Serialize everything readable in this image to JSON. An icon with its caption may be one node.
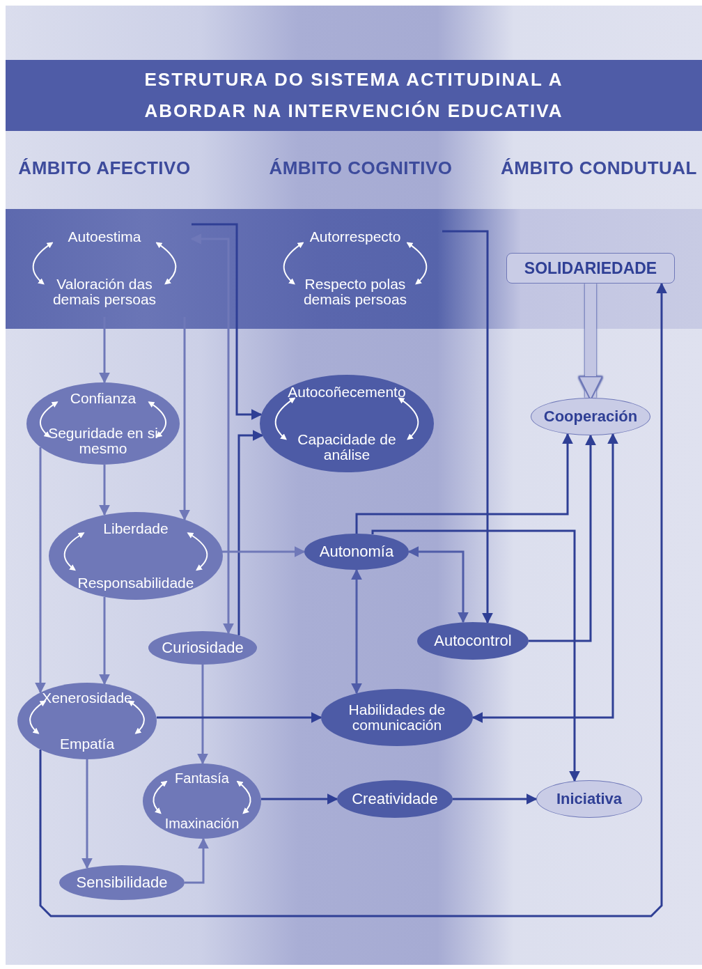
{
  "diagram": {
    "title": "ESTRUTURA DO SISTEMA ACTITUDINAL A ABORDAR NA INTERVENCIÓN EDUCATIVA",
    "nodes": [
      {
        "text": [
          "Autoestima",
          "Valoración das demais persoas"
        ]
      },
      {
        "text": [
          "Autorrespecto",
          "Respecto polas demais persoas"
        ]
      },
      {
        "text": [
          "SOLIDARIEDADE"
        ]
      },
      {
        "text": [
          "Confianza",
          "Seguridade en si mesmo"
        ]
      },
      {
        "text": [
          "Autocoñecemento",
          "Capacidade de análise"
        ]
      },
      {
        "text": [
          "Cooperación"
        ]
      },
      {
        "text": [
          "Liberdade",
          "Responsabilidade"
        ]
      },
      {
        "text": [
          "Autonomía"
        ]
      },
      {
        "text": [
          "Autocontrol"
        ]
      },
      {
        "text": [
          "Curiosidade"
        ]
      },
      {
        "text": [
          "Xenerosidade",
          "Empatía"
        ]
      },
      {
        "text": [
          "Habilidades de comunicación"
        ]
      },
      {
        "text": [
          "Fantasía",
          "Imaxinación"
        ]
      },
      {
        "text": [
          "Creatividade"
        ]
      },
      {
        "text": [
          "Iniciativa"
        ]
      },
      {
        "text": [
          "Sensibilidade"
        ]
      }
    ],
    "edges": [
      {
        "from": 0,
        "to": 3,
        "arrow": "to",
        "color": "#6f78b8"
      },
      {
        "from": 0,
        "to": 6,
        "arrow": "to",
        "color": "#6f78b8"
      },
      {
        "from": 0,
        "to": 4,
        "arrow": "to"
      },
      {
        "from": 0,
        "to": 9,
        "arrow": "both",
        "color": "#6f78b8"
      },
      {
        "from": 9,
        "to": 4,
        "arrow": "to"
      },
      {
        "from": 1,
        "to": 8,
        "arrow": "to"
      },
      {
        "from": 2,
        "to": 5,
        "arrow": "to",
        "style": "thick",
        "color": "#c3c6e3"
      },
      {
        "from": 3,
        "to": 6,
        "arrow": "to",
        "color": "#6f78b8"
      },
      {
        "from": 3,
        "to": 10,
        "arrow": "to",
        "color": "#6f78b8"
      },
      {
        "from": 6,
        "to": 7,
        "arrow": "to",
        "color": "#6f78b8"
      },
      {
        "from": 6,
        "to": 10,
        "arrow": "to",
        "color": "#6f78b8"
      },
      {
        "from": 7,
        "to": 5,
        "arrow": "to"
      },
      {
        "from": 7,
        "to": 14,
        "arrow": "to"
      },
      {
        "from": 7,
        "to": 8,
        "arrow": "both",
        "color": "#4f5ca8"
      },
      {
        "from": 8,
        "to": 5,
        "arrow": "to"
      },
      {
        "from": 11,
        "to": 5,
        "arrow": "both"
      },
      {
        "from": 7,
        "to": 11,
        "arrow": "both",
        "color": "#4f5ca8"
      },
      {
        "from": 9,
        "to": 12,
        "arrow": "to",
        "color": "#6f78b8"
      },
      {
        "from": 10,
        "to": 11,
        "arrow": "to"
      },
      {
        "from": 10,
        "to": 15,
        "arrow": "to",
        "color": "#6f78b8"
      },
      {
        "from": 10,
        "to": 2,
        "arrow": "to"
      },
      {
        "from": 15,
        "to": 12,
        "arrow": "to",
        "color": "#6f78b8"
      },
      {
        "from": 12,
        "to": 13,
        "arrow": "to"
      },
      {
        "from": 13,
        "to": 14,
        "arrow": "to"
      }
    ],
    "labels": [
      "ÁMBITO AFECTIVO",
      "ÁMBITO COGNITIVO",
      "ÁMBITO CONDUTUAL"
    ]
  }
}
